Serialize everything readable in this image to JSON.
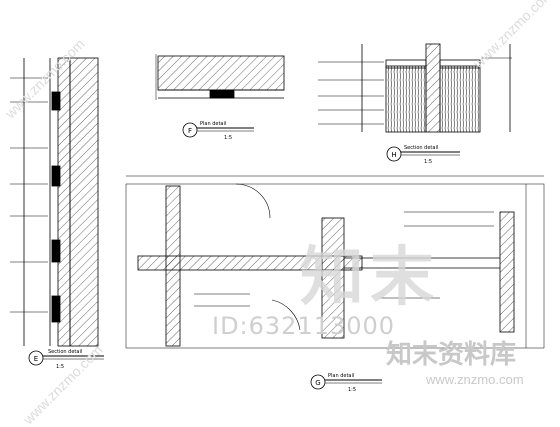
{
  "watermark": {
    "id_text": "ID:632113000",
    "brand_text": "知末资料库",
    "url_text": "www.znzmo.com",
    "big_text": "知末",
    "diag_text": "www.znzmo.com"
  },
  "details": {
    "E": {
      "marker": "E",
      "title": "Section detail",
      "scale": "1:5"
    },
    "F": {
      "marker": "F",
      "title": "Plan detail",
      "scale": "1:5"
    },
    "H": {
      "marker": "H",
      "title": "Section detail",
      "scale": "1:5"
    },
    "G": {
      "marker": "G",
      "title": "Plan detail",
      "scale": "1:5"
    }
  },
  "colors": {
    "line": "#000000",
    "watermark": "#cccccc"
  }
}
